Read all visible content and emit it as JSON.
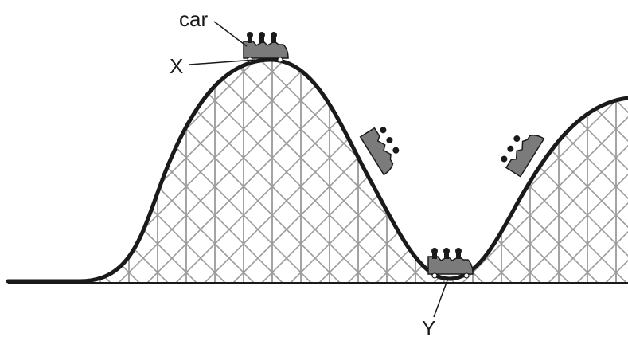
{
  "diagram": {
    "labels": {
      "car": "car",
      "x": "X",
      "y": "Y"
    },
    "colors": {
      "track": "#1a1a1a",
      "trestle": "#9a9a9a",
      "car_body": "#7b7b7b",
      "rider": "#1a1a1a",
      "leader_line": "#1a1a1a"
    }
  }
}
